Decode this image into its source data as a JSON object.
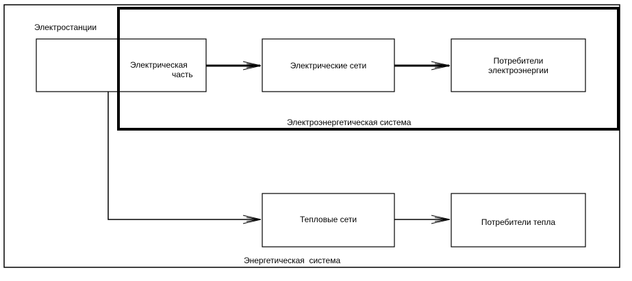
{
  "diagram": {
    "power_plants_label": "Электростанции",
    "electrical_part_label_line1": "Электрическая",
    "electrical_part_label_line2": "часть",
    "electric_networks_label": "Электрические сети",
    "power_consumers_line1": "Потребители",
    "power_consumers_line2": "электроэнергии",
    "electric_power_system_label": "Электроэнергетическая система",
    "heat_networks_label": "Тепловые сети",
    "heat_consumers_label": "Потребители тепла",
    "energy_system_label": "Энергетическая  система"
  }
}
